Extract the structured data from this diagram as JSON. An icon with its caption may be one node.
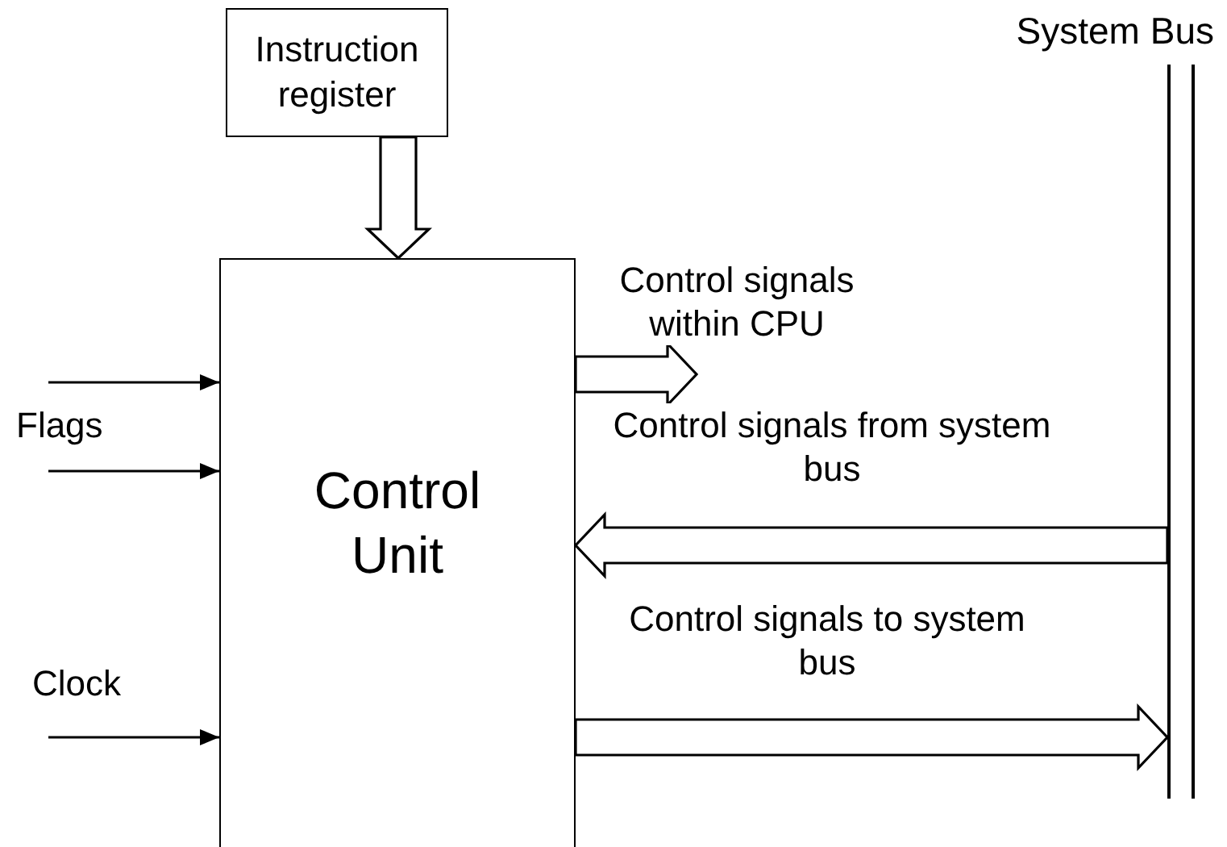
{
  "diagram": {
    "nodes": [
      {
        "text": [
          "Instruction register"
        ]
      },
      {
        "text": [
          "Control Unit"
        ]
      },
      {
        "text": [
          "System Bus"
        ]
      }
    ],
    "edges": [
      {
        "from": 0,
        "to": 1,
        "arrow": "to",
        "style": "thick"
      },
      {
        "from": null,
        "to": 1,
        "arrow": "to"
      },
      {
        "from": null,
        "to": 1,
        "arrow": "to"
      },
      {
        "from": null,
        "to": 1,
        "arrow": "to"
      },
      {
        "from": 1,
        "to": null,
        "arrow": "to",
        "style": "thick",
        "label": "Control signals within CPU"
      },
      {
        "from": 2,
        "to": 1,
        "arrow": "to",
        "style": "thick",
        "label": "Control signals from system bus"
      },
      {
        "from": 1,
        "to": 2,
        "arrow": "to",
        "style": "thick",
        "label": "Control signals to system bus"
      }
    ],
    "labels": [
      "Flags",
      "Clock"
    ]
  }
}
